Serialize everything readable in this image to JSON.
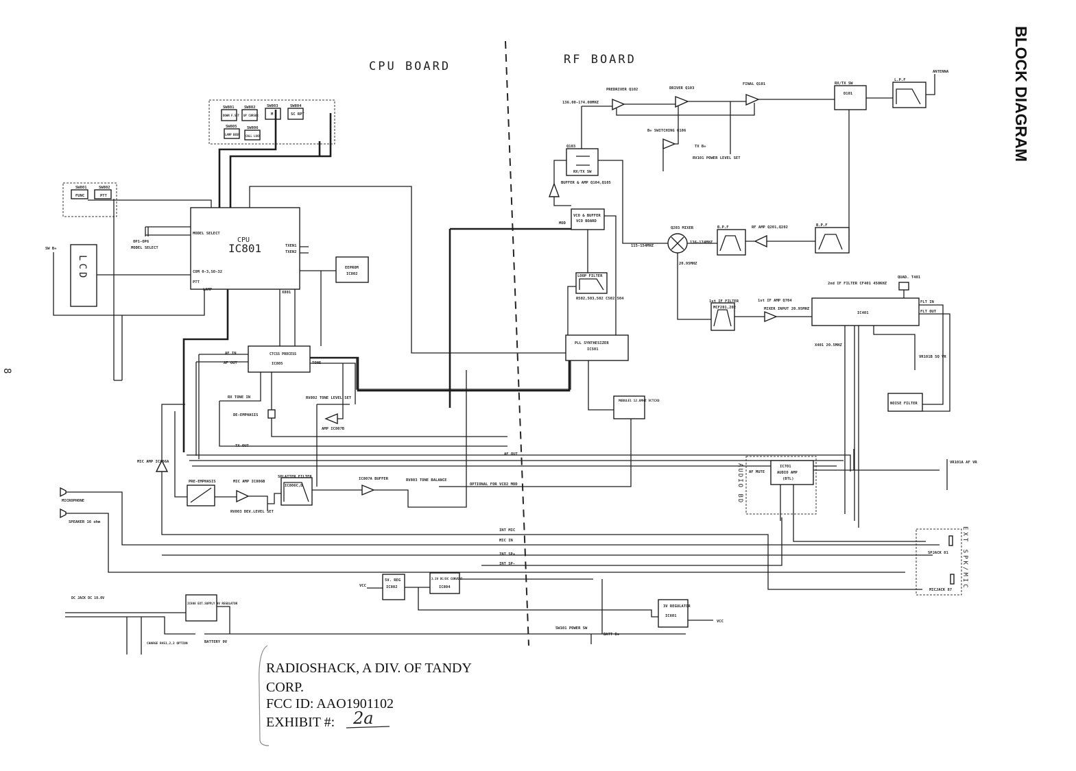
{
  "title": "BLOCK DIAGRAM",
  "page_number": "8",
  "boards": {
    "cpu": "CPU BOARD",
    "rf": "RF BOARD",
    "audio": "AUDIO BD",
    "ext": "EXT SPK/MIC"
  },
  "cpu": {
    "keys": [
      {
        "ref": "SW801",
        "label": "DOWN F.SET"
      },
      {
        "ref": "SW802",
        "label": "UP CURSOR"
      },
      {
        "ref": "SW803",
        "label": "M"
      },
      {
        "ref": "SW804",
        "label": "SC RPT"
      },
      {
        "ref": "SW805",
        "label": "LAMP BEEP"
      },
      {
        "ref": "SW806",
        "label": "CALL LOCK"
      }
    ],
    "side_keys": [
      {
        "ref": "SW801",
        "label": "FUNC"
      },
      {
        "ref": "SW802",
        "label": "PTT"
      }
    ],
    "cpu_name": "CPU",
    "cpu_ref": "IC801",
    "model_select": "MODEL SELECT",
    "op_select": "OP1-OP6",
    "op_model_select": "MODEL SELECT",
    "com": "COM 0-3,SO-32",
    "ptt": "PTT",
    "lamp": "LAMP",
    "txen1": "TXEN1",
    "txen2": "TXEN2",
    "x801": "X801",
    "lcd": "LCD",
    "sw_bplus": "SW B+",
    "eeprom": "EEPROM",
    "eeprom_ref": "IC802",
    "ctcss": "CTCSS PROCESS",
    "ctcss_ref": "IC805",
    "af_in": "AF IN",
    "af_out": "AF OUT",
    "tone": "TONE",
    "rx_tone_in": "RX TONE IN",
    "de_emphasis": "DE-EMPHASIS",
    "tone_level": "RV802 TONE LEVEL SET",
    "amp_ic": "AMP IC807B",
    "tx_out": "TX OUT",
    "af_out2": "AF OUT",
    "mic_amp_a": "MIC AMP IC806A",
    "pre_emphasis": "PRE-EMPHASIS",
    "mic_amp_b": "MIC AMP IC806B",
    "dev_level": "RV803 DEV.LEVEL SET",
    "splatter": "SPLATTER FILTER",
    "splatter_ref": "IC806C,D",
    "buffer": "IC807A BUFFER",
    "tone_balance": "RV803 TONE BALANCE",
    "optional_vco": "OPTIONAL FOR VCO2 MOD",
    "microphone": "MICROPHONE",
    "speaker": "SPEAKER 16 ohm"
  },
  "rf": {
    "freq": "136.00-174.00MHZ",
    "predriver": "PREDRIVER Q102",
    "driver": "DRIVER Q103",
    "final": "FINAL Q101",
    "bswitch": "B+ SWITCHING Q106",
    "tx_bplus": "TX B+",
    "power_level": "RV101 POWER LEVEL SET",
    "q103": "Q103",
    "rxtx_sw": "RX/TX SW",
    "buffer_amp": "BUFFER & AMP Q104,Q105",
    "rxtx_sw2": "RX/TX SW",
    "d101": "D101",
    "lpf": "L.P.F",
    "antenna": "ANTENNA",
    "vco": "VCO & BUFFER",
    "vco_board": "VCO BOARD",
    "mod": "MOD",
    "loop_filter": "LOOP FILTER",
    "loop_refs": "R502,503,502 C502,504",
    "pll": "PLL SYNTHESIZER",
    "pll_ref": "IC501",
    "mixer": "Q203 MIXER",
    "lo_freq": "115-154MHZ",
    "rf_freq": "136-174MHZ",
    "if_freq": "20.95MHZ",
    "bpf1": "B.P.F",
    "rf_amp": "RF AMP Q201,Q202",
    "bpf2": "B.P.F",
    "if1_filter": "1st IF FILTER",
    "if1_ref": "MCF201,202",
    "if_amp": "1st IF AMP Q704",
    "mixer_input": "MIXER INPUT 20.95MHZ",
    "if2_filter": "2nd IF FILTER CF401 450KHZ",
    "quad": "QUAD. T401",
    "ic401": "IC401",
    "flt_in": "FLT IN",
    "flt_out": "FLT OUT",
    "x401": "X401 20.5MHZ",
    "sq_vr": "VR101B SQ VR",
    "noise_filter": "NOISE FILTER",
    "module": "MODULE1 12.8MHZ VCTCXO"
  },
  "audio": {
    "ic701": "IC701",
    "audio_amp": "AUDIO AMP",
    "btl": "(BTL)",
    "af_mute": "AF MUTE",
    "af_vr": "VR101A AF VR",
    "sp_jack": "SPJACK 81",
    "mic_jack": "MICJACK 87",
    "int_mic": "INT MIC",
    "mic_in": "MIC IN",
    "int_sp1": "INT SP+",
    "int_sp2": "INT SP-"
  },
  "power": {
    "dc_jack": "DC JACK DC 10.0V",
    "ic808": "IC808 EXT.SUPPLY 9V REGULATOR",
    "charge": "CHARGE R451,2,3 OPTION",
    "battery": "BATTERY 9V",
    "reg5v": "5V. REG",
    "reg5v_ref": "IC802",
    "dcdc": "3.3V DC/DC CONVERT",
    "dcdc_ref": "IC804",
    "vcc1": "VCC",
    "power_sw": "SW101 POWER SW",
    "batt": "BATT B+",
    "reg3v": "3V REGULATOR",
    "reg3v_ref": "IC601",
    "vcc2": "VCC"
  },
  "stamp": {
    "line1": "RADIOSHACK, A DIV. OF TANDY",
    "line2": "CORP.",
    "fcc": "FCC ID:  AAO1901102",
    "exhibit": "EXHIBIT #:",
    "exhibit_no": "2a"
  }
}
